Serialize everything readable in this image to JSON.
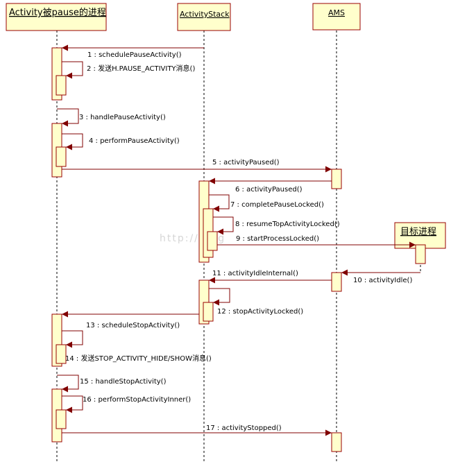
{
  "colors": {
    "box_fill": "#ffffcc",
    "box_stroke": "#990000",
    "arrow": "#800000",
    "lifeline": "#000000"
  },
  "participants": {
    "p1": "Activity被pause的进程",
    "p2": "ActivityStack",
    "p3": "AMS",
    "p4": "目标进程"
  },
  "messages": [
    "1 : schedulePauseActivity()",
    "2 : 发送H.PAUSE_ACTIVITY消息()",
    "3 : handlePauseActivity()",
    "4 : performPauseActivity()",
    "5 : activityPaused()",
    "6 : activityPaused()",
    "7 : completePauseLocked()",
    "8 : resumeTopActivityLocked()",
    "9 : startProcessLocked()",
    "10 : activityIdle()",
    "11 : activityIdleInternal()",
    "12 : stopActivityLocked()",
    "13 : scheduleStopActivity()",
    "14 : 发送STOP_ACTIVITY_HIDE/SHOW消息()",
    "15 : handleStopActivity()",
    "16 : performStopActivityInner()",
    "17 : activityStopped()"
  ],
  "watermark": "http://blog"
}
